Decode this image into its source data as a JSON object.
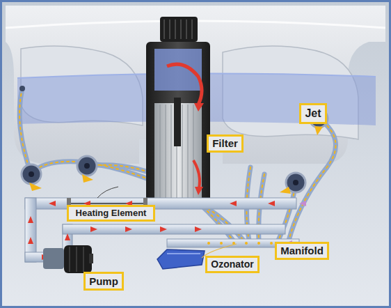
{
  "diagram": {
    "nodes": [
      {
        "text": [
          "Jet"
        ]
      },
      {
        "text": [
          "Filter"
        ]
      },
      {
        "text": [
          "Heating Element"
        ]
      },
      {
        "text": [
          "Manifold"
        ]
      },
      {
        "text": [
          "Ozonator"
        ]
      },
      {
        "text": [
          "Pump"
        ]
      }
    ]
  }
}
